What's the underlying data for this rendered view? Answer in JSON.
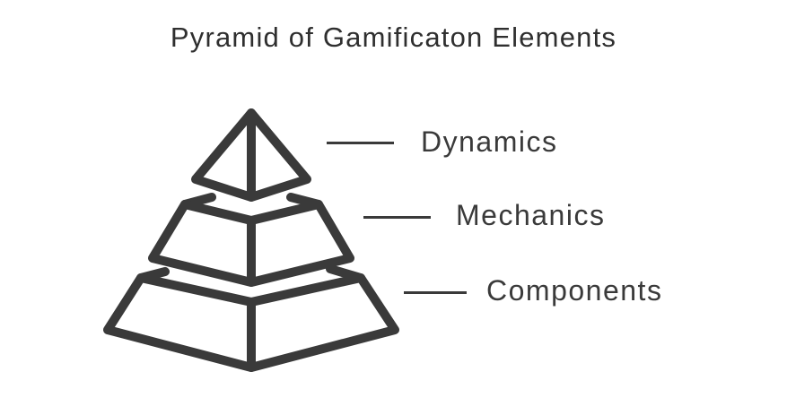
{
  "diagram": {
    "title": "Pyramid of Gamificaton Elements",
    "levels": [
      {
        "label": "Dynamics"
      },
      {
        "label": "Mechanics"
      },
      {
        "label": "Components"
      }
    ],
    "stroke_color": "#3a3a3a",
    "text_color": "#3a3a3a"
  }
}
